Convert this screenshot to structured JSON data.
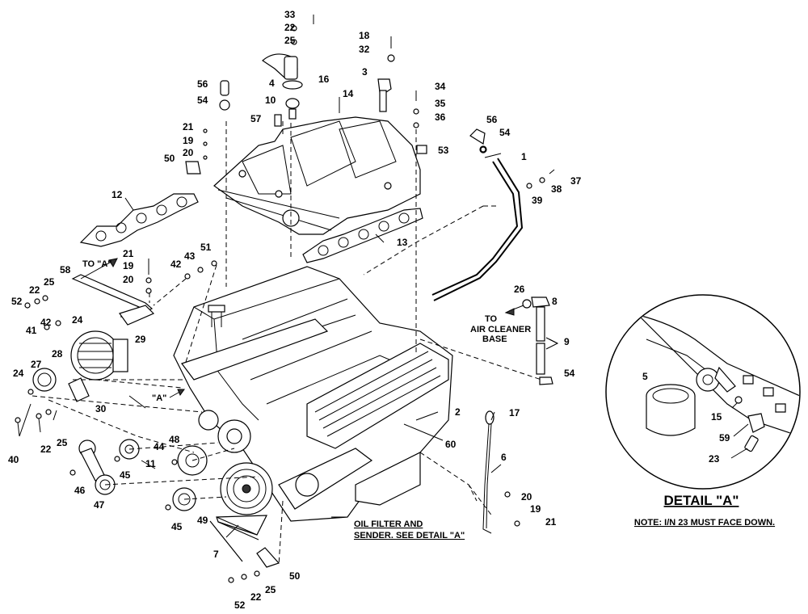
{
  "callouts": [
    "33",
    "22",
    "25",
    "18",
    "32",
    "3",
    "16",
    "4",
    "56",
    "54",
    "10",
    "14",
    "34",
    "35",
    "36",
    "57",
    "21",
    "19",
    "20",
    "50",
    "53",
    "56",
    "54",
    "1",
    "37",
    "38",
    "39",
    "12",
    "21",
    "19",
    "20",
    "42",
    "43",
    "51",
    "13",
    "58",
    "22",
    "25",
    "52",
    "41",
    "42",
    "24",
    "29",
    "28",
    "27",
    "24",
    "30",
    "26",
    "8",
    "9",
    "54",
    "2",
    "60",
    "17",
    "6",
    "20",
    "19",
    "21",
    "40",
    "22",
    "25",
    "44",
    "48",
    "11",
    "45",
    "46",
    "47",
    "45",
    "49",
    "7",
    "50",
    "52",
    "22",
    "25",
    "5",
    "15",
    "59",
    "23"
  ],
  "annotations": {
    "to_a": "TO \"A\"",
    "a_marker": "\"A\"",
    "to_air_cleaner": [
      "TO",
      "AIR CLEANER",
      "BASE"
    ],
    "oil_filter_note": [
      "OIL FILTER AND",
      "SENDER. SEE DETAIL \"A\""
    ],
    "detail_title": "DETAIL \"A\"",
    "detail_note": "NOTE: I/N 23 MUST FACE DOWN."
  }
}
